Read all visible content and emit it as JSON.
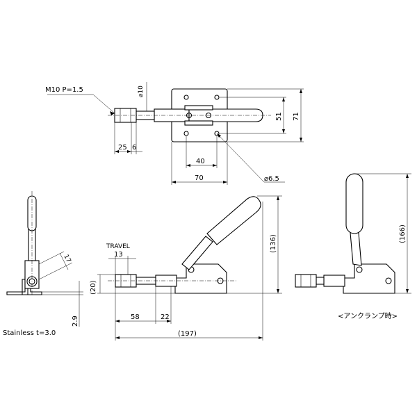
{
  "labels": {
    "thread": "M10 P=1.5",
    "dia_plunger": "⌀10",
    "dim_25": "25",
    "dim_6": "6",
    "dim_51": "51",
    "dim_71": "71",
    "dim_40": "40",
    "dim_70": "70",
    "hole_dia": "⌀6.5",
    "dim_17": "17",
    "dim_29": "2.9",
    "material": "Stainless t=3.0",
    "travel": "TRAVEL",
    "dim_13": "13",
    "dim_20": "(20)",
    "dim_58": "58",
    "dim_22": "22",
    "dim_197": "(197)",
    "dim_136": "(136)",
    "dim_166": "(166)",
    "unclamp_caption": "<アンクランプ時>"
  }
}
